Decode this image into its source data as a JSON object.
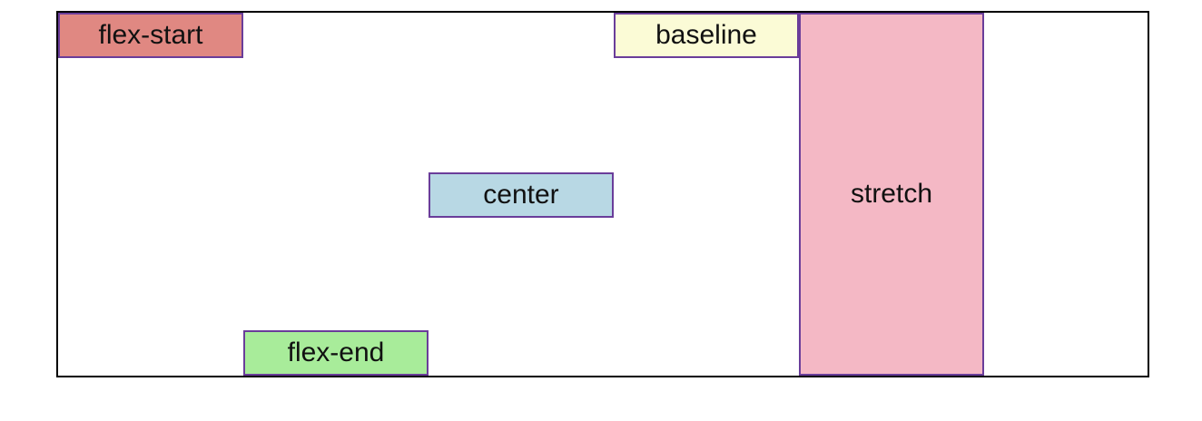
{
  "items": [
    {
      "label": "flex-start",
      "color": "#e08882"
    },
    {
      "label": "flex-end",
      "color": "#a8ec9a"
    },
    {
      "label": "center",
      "color": "#b8d8e4"
    },
    {
      "label": "baseline",
      "color": "#fbfbd6"
    },
    {
      "label": "stretch",
      "color": "#f4b8c5"
    }
  ],
  "colors": {
    "item_border": "#6a3d9a",
    "container_border": "#000000"
  }
}
